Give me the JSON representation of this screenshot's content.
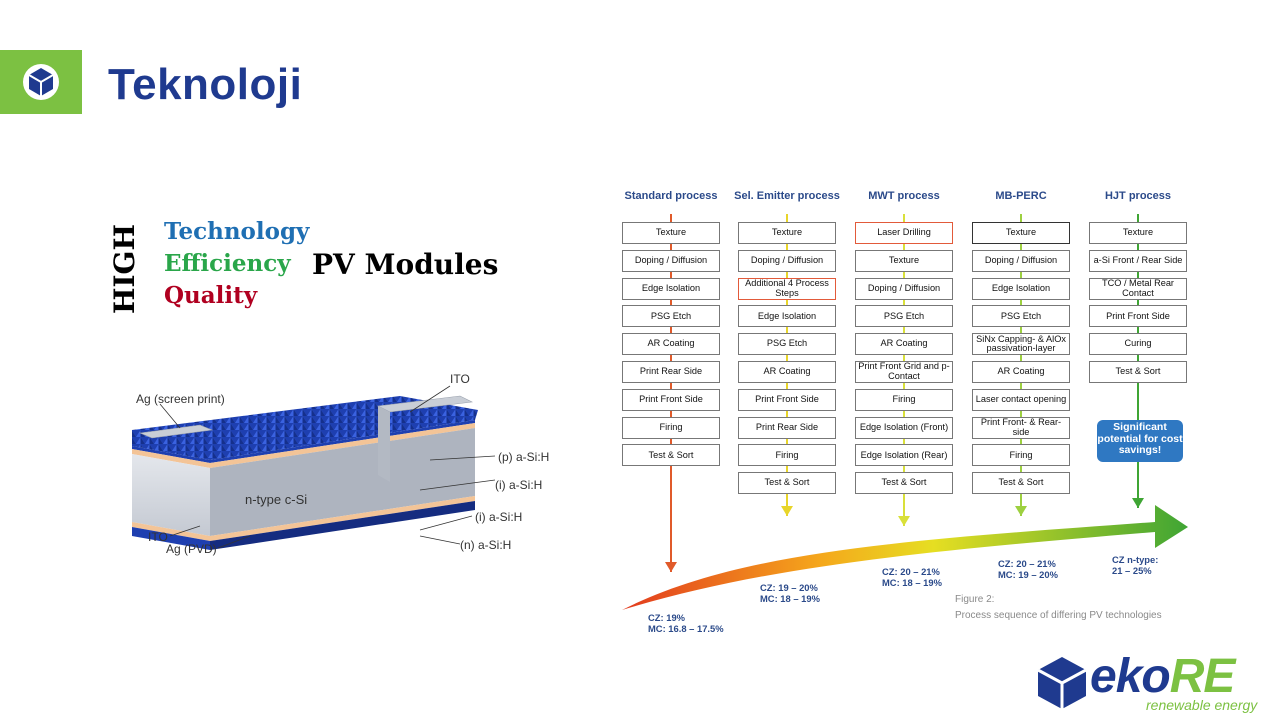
{
  "header": {
    "title": "Teknoloji"
  },
  "tagline": {
    "vertical_word": "HIGH",
    "words": [
      "Technology",
      "Efficiency",
      "Quality"
    ],
    "suffix": "PV Modules"
  },
  "cell_diagram": {
    "labels": {
      "ag_screen": "Ag (screen print)",
      "ito_top": "ITO",
      "p_asi": "(p) a-Si:H",
      "i_asi_top": "(i) a-Si:H",
      "n_type": "n-type c-Si",
      "i_asi_bottom": "(i) a-Si:H",
      "n_asi": "(n) a-Si:H",
      "ito_bottom": "ITO",
      "ag_pvd": "Ag (PVD)"
    }
  },
  "process": {
    "columns": [
      {
        "title": "Standard process",
        "steps": [
          "Texture",
          "Doping / Diffusion",
          "Edge Isolation",
          "PSG Etch",
          "AR Coating",
          "Print Rear Side",
          "Print Front Side",
          "Firing",
          "Test & Sort"
        ]
      },
      {
        "title": "Sel. Emitter process",
        "steps": [
          "Texture",
          "Doping / Diffusion",
          "Additional 4 Process Steps",
          "Edge Isolation",
          "PSG Etch",
          "AR Coating",
          "Print Front Side",
          "Print Rear Side",
          "Firing",
          "Test & Sort"
        ]
      },
      {
        "title": "MWT process",
        "steps": [
          "Laser Drilling",
          "Texture",
          "Doping / Diffusion",
          "PSG Etch",
          "AR Coating",
          "Print Front Grid and p-Contact",
          "Firing",
          "Edge Isolation (Front)",
          "Edge Isolation (Rear)",
          "Test & Sort"
        ]
      },
      {
        "title": "MB-PERC",
        "steps": [
          "Texture",
          "Doping / Diffusion",
          "Edge Isolation",
          "PSG Etch",
          "SiNx Capping- & AlOx passivation-layer",
          "AR Coating",
          "Laser contact opening",
          "Print Front- & Rear-side",
          "Firing",
          "Test & Sort"
        ]
      },
      {
        "title": "HJT process",
        "steps": [
          "Texture",
          "a-Si Front / Rear Side",
          "TCO / Metal Rear Contact",
          "Print Front Side",
          "Curing",
          "Test & Sort"
        ]
      }
    ],
    "callout": "Significant potential for cost savings!",
    "efficiencies": [
      {
        "l1": "CZ: 19%",
        "l2": "MC: 16.8 – 17.5%"
      },
      {
        "l1": "CZ: 19 – 20%",
        "l2": "MC: 18 – 19%"
      },
      {
        "l1": "CZ: 20 – 21%",
        "l2": "MC: 18 – 19%"
      },
      {
        "l1": "CZ: 20 – 21%",
        "l2": "MC: 19 – 20%"
      },
      {
        "l1": "CZ n-type:",
        "l2": "21 – 25%"
      }
    ],
    "figure_label": "Figure 2:",
    "figure_caption": "Process sequence of differing PV technologies"
  },
  "brand": {
    "name_a": "eko",
    "name_b": "RE",
    "tagline": "renewable energy",
    "color_primary": "#1f3a8f",
    "color_accent": "#7cc142"
  }
}
